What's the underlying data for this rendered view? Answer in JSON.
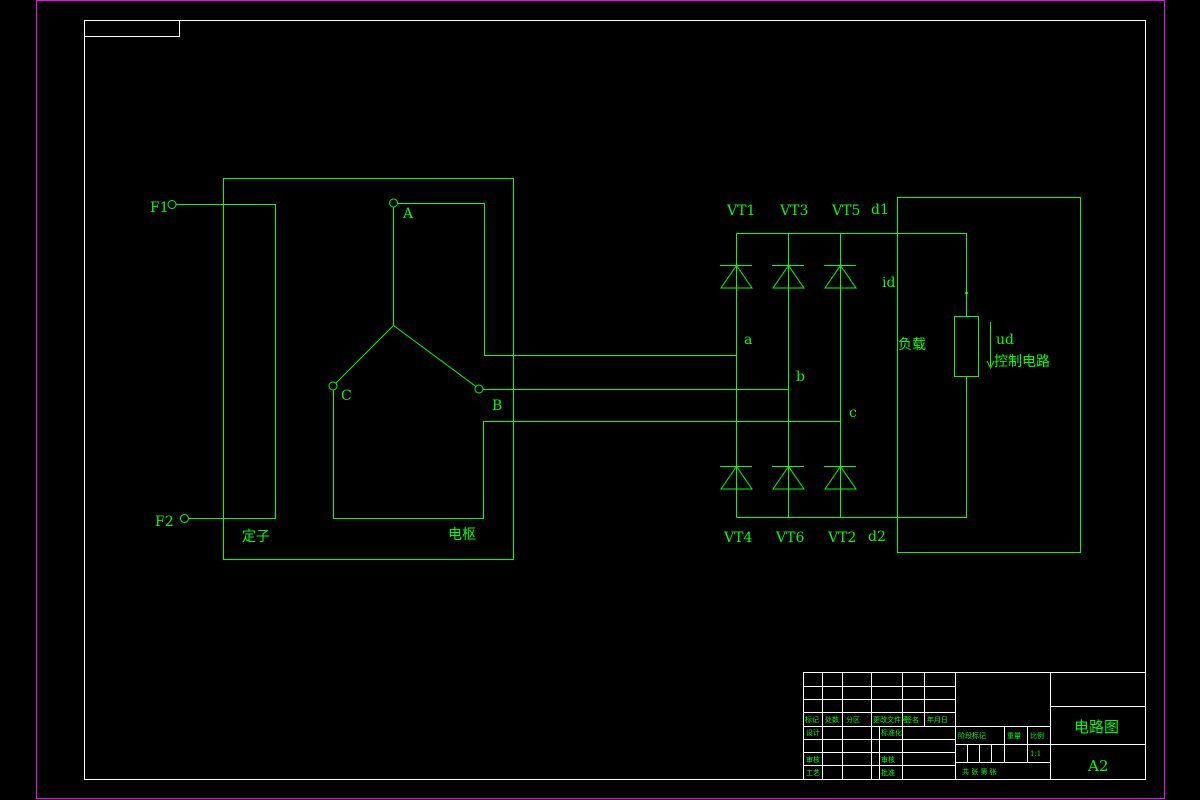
{
  "colors": {
    "background": "#000000",
    "lines": "#00ff00",
    "frame": "#ffffff",
    "sheet_border": "#ff00ff"
  },
  "labels": {
    "F1": "F1",
    "F2": "F2",
    "A": "A",
    "B": "B",
    "C": "C",
    "stator": "定子",
    "armature": "电枢",
    "VT1": "VT1",
    "VT3": "VT3",
    "VT5": "VT5",
    "VT4": "VT4",
    "VT6": "VT6",
    "VT2": "VT2",
    "d1": "d1",
    "d2": "d2",
    "id": "id",
    "ud": "ud",
    "a": "a",
    "b": "b",
    "c": "c",
    "load": "负载",
    "control": "控制电路"
  },
  "title_block": {
    "title": "电路图",
    "size": "A2",
    "scale": "1:1",
    "row_labels": [
      "标记",
      "处数",
      "分区",
      "更改文件号",
      "签名",
      "年月日"
    ],
    "left_labels": [
      "设计",
      "审核",
      "工艺"
    ],
    "mid_labels": [
      "标准化",
      "审核",
      "批准"
    ],
    "stage_label": "阶段标记",
    "weight_label": "重量",
    "ratio_label": "比例",
    "sheet_label": "共   张   第   张"
  }
}
